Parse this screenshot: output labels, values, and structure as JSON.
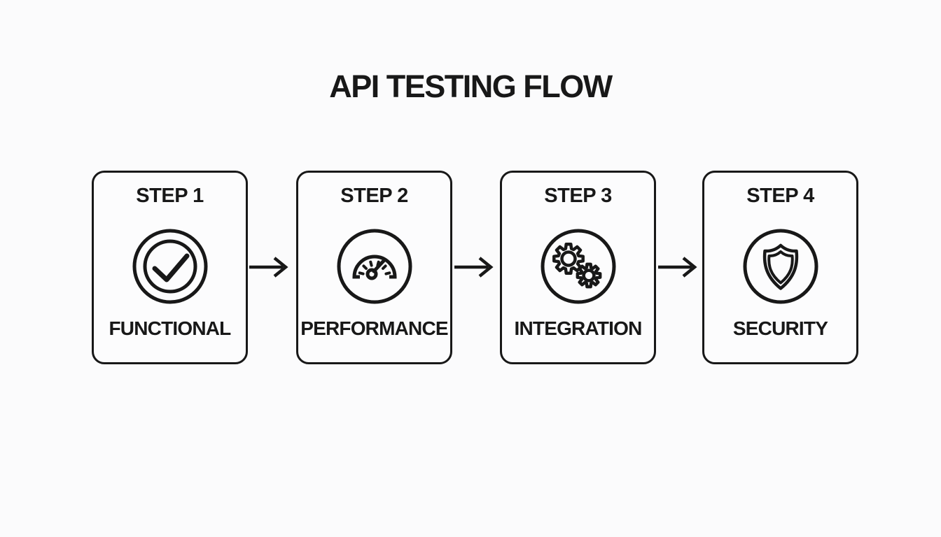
{
  "title": "API TESTING FLOW",
  "colors": {
    "ink": "#181818",
    "background": "#fbfbfc"
  },
  "steps": [
    {
      "step_label": "STEP 1",
      "name": "FUNCTIONAL",
      "icon": "checkmark-circle-icon"
    },
    {
      "step_label": "STEP 2",
      "name": "PERFORMANCE",
      "icon": "gauge-icon"
    },
    {
      "step_label": "STEP 3",
      "name": "INTEGRATION",
      "icon": "gears-icon"
    },
    {
      "step_label": "STEP 4",
      "name": "SECURITY",
      "icon": "shield-icon"
    }
  ],
  "connectors": [
    {
      "type": "arrow-right"
    },
    {
      "type": "arrow-right"
    },
    {
      "type": "arrow-right"
    }
  ]
}
